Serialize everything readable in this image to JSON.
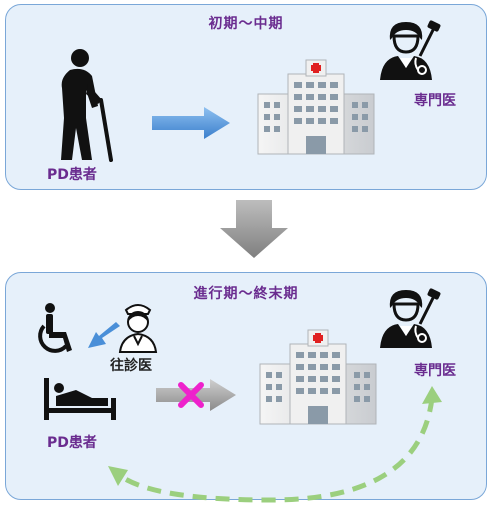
{
  "top_panel": {
    "title": "初期～中期",
    "patient_label": "PD患者",
    "specialist_label": "専門医"
  },
  "bottom_panel": {
    "title": "進行期～終末期",
    "patient_label": "PD患者",
    "home_doctor_label": "往診医",
    "specialist_label": "専門医"
  },
  "colors": {
    "title_purple": "#6a2c8f",
    "panel_fill": "#e6f0fa",
    "panel_border": "#7aa7d8",
    "blue_arrow": "#4a8fd8",
    "gray_arrow": "#999999",
    "cross_magenta": "#ee22cc",
    "dashed_green": "#9bcf7e",
    "hospital_cross": "#e02020"
  },
  "icons": [
    "elderly-person-with-cane-icon",
    "hospital-icon",
    "doctor-with-reflex-hammer-icon",
    "wheelchair-icon",
    "nurse-icon",
    "bedridden-patient-icon",
    "cross-mark-icon"
  ]
}
